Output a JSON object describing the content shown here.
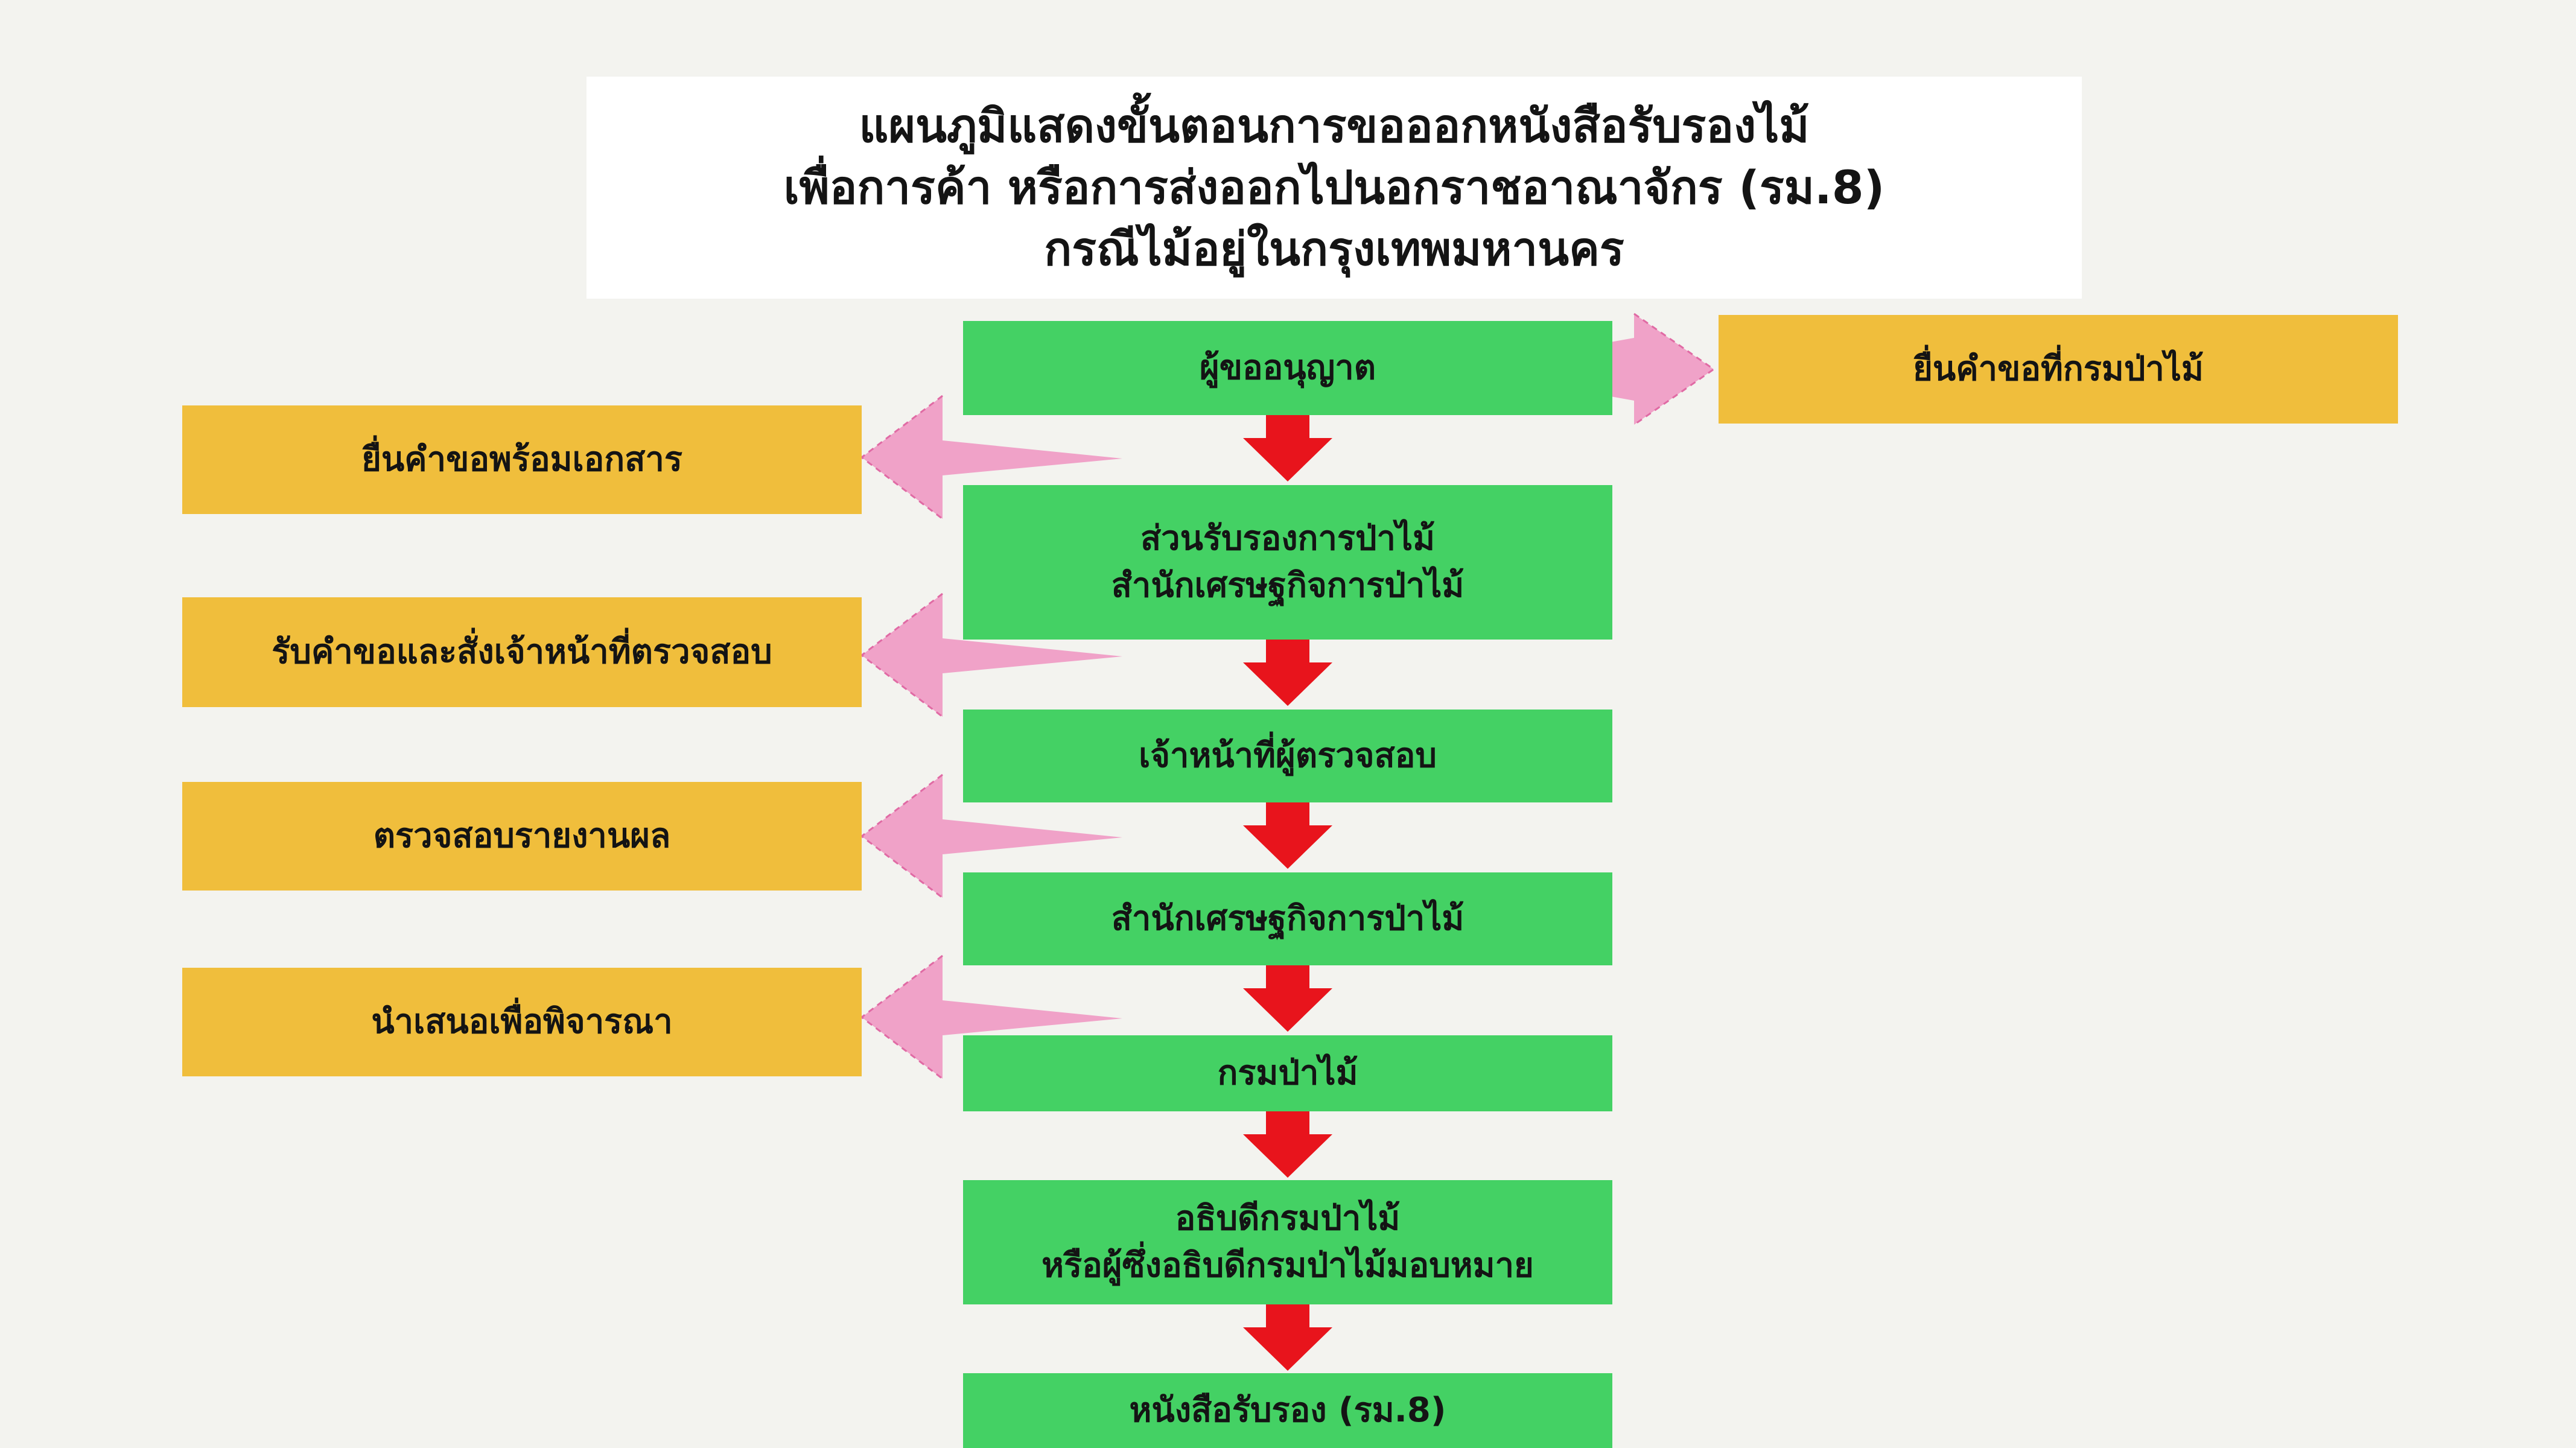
{
  "title": {
    "line1": "แผนภูมิแสดงขั้นตอนการขอออกหนังสือรับรองไม้",
    "line2": "เพื่อการค้า หรือการส่งออกไปนอกราชอาณาจักร (รม.8)",
    "line3": "กรณีไม้อยู่ในกรุงเทพมหานคร"
  },
  "flow": [
    {
      "lines": [
        "ผู้ขออนุญาต"
      ]
    },
    {
      "lines": [
        "ส่วนรับรองการป่าไม้",
        "สำนักเศรษฐกิจการป่าไม้"
      ]
    },
    {
      "lines": [
        "เจ้าหน้าที่ผู้ตรวจสอบ"
      ]
    },
    {
      "lines": [
        "สำนักเศรษฐกิจการป่าไม้"
      ]
    },
    {
      "lines": [
        "กรมป่าไม้"
      ]
    },
    {
      "lines": [
        "อธิบดีกรมป่าไม้",
        "หรือผู้ซึ่งอธิบดีกรมป่าไม้มอบหมาย"
      ]
    },
    {
      "lines": [
        "หนังสือรับรอง (รม.8)"
      ]
    }
  ],
  "side_notes": {
    "right": "ยื่นคำขอที่กรมป่าไม้",
    "left": [
      "ยื่นคำขอพร้อมเอกสาร",
      "รับคำขอและสั่งเจ้าหน้าที่ตรวจสอบ",
      "ตรวจสอบรายงานผล",
      "นำเสนอเพื่อพิจารณา"
    ]
  },
  "colors": {
    "background": "#f3f3ef",
    "step_box": "#44d164",
    "note_box": "#f0be3c",
    "down_arrow": "#e8141c",
    "side_arrow": "#f0a2c8"
  }
}
